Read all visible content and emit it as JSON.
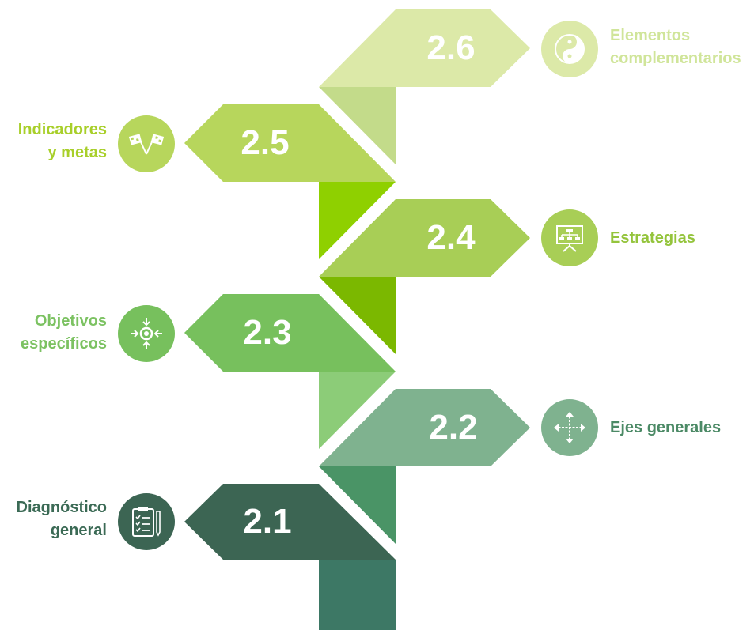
{
  "steps": [
    {
      "number": "2.6",
      "label_line1": "Elementos",
      "label_line2": "complementarios",
      "icon": "yin-yang-icon",
      "color": "#d3e4a0"
    },
    {
      "number": "2.5",
      "label_line1": "Indicadores",
      "label_line2": "y metas",
      "icon": "checkered-flags-icon",
      "color": "#aacf3a"
    },
    {
      "number": "2.4",
      "label_line1": "Estrategias",
      "label_line2": "",
      "icon": "presentation-board-icon",
      "color": "#9ccd49"
    },
    {
      "number": "2.3",
      "label_line1": "Objetivos",
      "label_line2": "específicos",
      "icon": "target-arrows-icon",
      "color": "#7cc262"
    },
    {
      "number": "2.2",
      "label_line1": "Ejes generales",
      "label_line2": "",
      "icon": "cross-arrows-icon",
      "color": "#4c9f6f"
    },
    {
      "number": "2.1",
      "label_line1": "Diagnóstico",
      "label_line2": "general",
      "icon": "clipboard-checklist-icon",
      "color": "#3b6a55"
    }
  ]
}
